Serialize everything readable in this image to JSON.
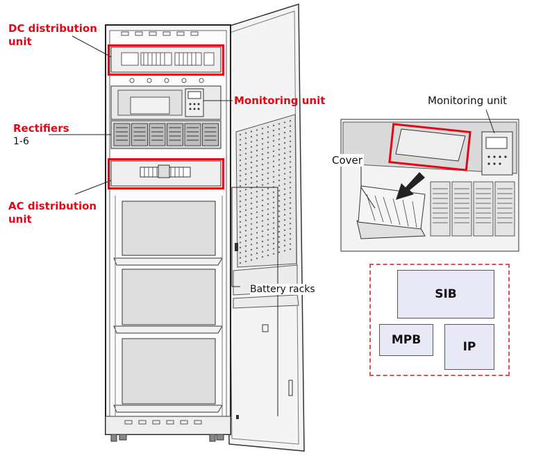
{
  "labels": {
    "dc_distribution": "DC distribution unit",
    "monitoring_unit": "Monitoring unit",
    "rectifiers": "Rectifiers",
    "rectifiers_range": "1-6",
    "ac_distribution": "AC distribution unit",
    "battery_racks": "Battery racks",
    "detail_monitoring_unit": "Monitoring unit",
    "cover": "Cover"
  },
  "boards": {
    "sib": "SIB",
    "mpb": "MPB",
    "ip": "IP"
  },
  "colors": {
    "highlight": "#e30613",
    "board_fill": "#e8e8f7",
    "dashed_border": "#d9534f"
  }
}
